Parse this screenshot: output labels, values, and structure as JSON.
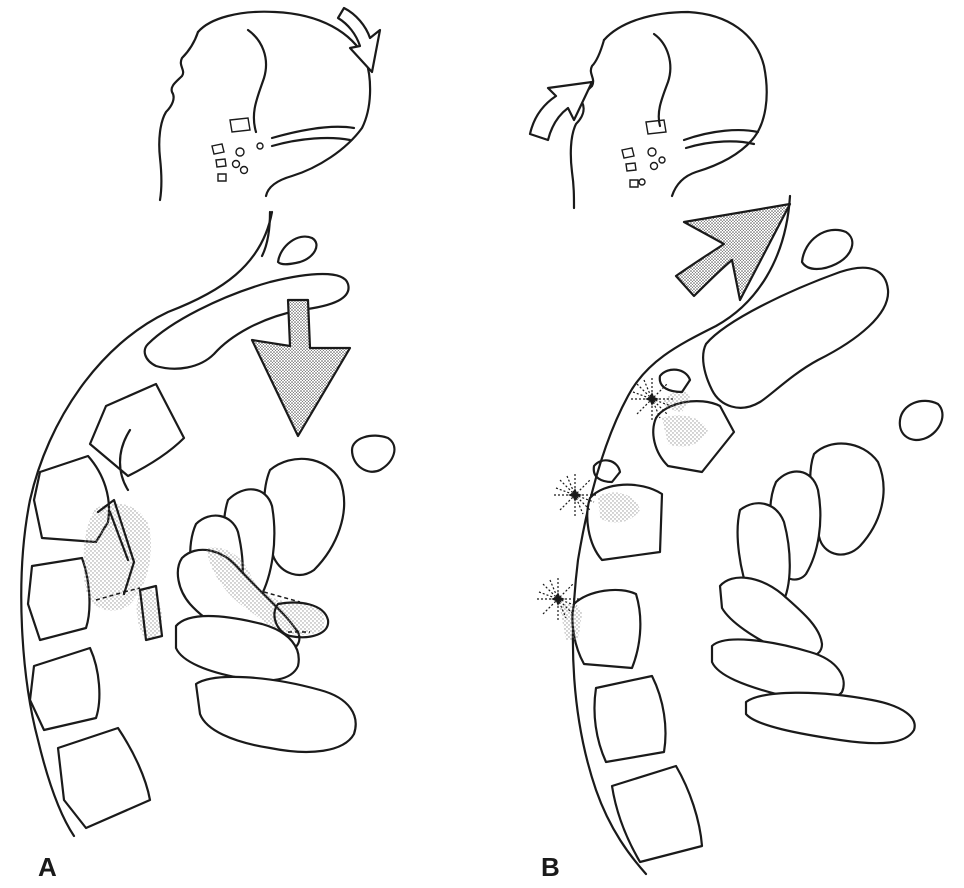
{
  "figure": {
    "panels": [
      {
        "id": "A",
        "label": "A",
        "arrow": "compression-down"
      },
      {
        "id": "B",
        "label": "B",
        "arrow": "distraction-up"
      }
    ],
    "colors": {
      "ink": "#1a1a1a",
      "background": "#ffffff",
      "stipple": "#8a8a8a"
    }
  }
}
